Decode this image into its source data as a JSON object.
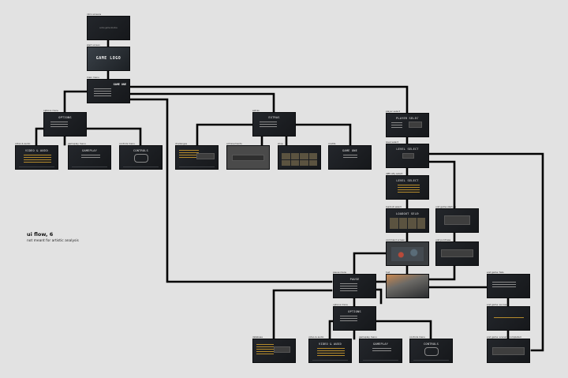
{
  "note": {
    "title": "ui flow, 6",
    "subtitle": "not meant for artistic analysis"
  },
  "screens": {
    "intro_screen": {
      "caption": "intro screens",
      "body": "some game studios"
    },
    "start_screen": {
      "caption": "start screen",
      "body": "GAME LOGO"
    },
    "main_menu": {
      "caption": "main menu",
      "title": "GAME ONE"
    },
    "options_main": {
      "caption": "options menu",
      "header": "OPTIONS"
    },
    "video_audio_main": {
      "caption": "video & audio",
      "header": "VIDEO & AUDIO"
    },
    "gameplay_main": {
      "caption": "gameplay menu",
      "header": "GAMEPLAY"
    },
    "controls_main": {
      "caption": "controls menu",
      "header": "CONTROLS"
    },
    "extras": {
      "caption": "extras",
      "header": "EXTRAS"
    },
    "challenges": {
      "caption": "challenges",
      "header": ""
    },
    "achievements": {
      "caption": "achievements",
      "header": ""
    },
    "shop": {
      "caption": "shop",
      "header": ""
    },
    "credits": {
      "caption": "credits",
      "header": "GAME ONE"
    },
    "player_select": {
      "caption": "player select",
      "header": "PLAYER SELECT"
    },
    "level_select": {
      "caption": "level select",
      "header": "LEVEL SELECT"
    },
    "difficulty": {
      "caption": "difficulty select",
      "header": "LEVEL SELECT"
    },
    "loadout": {
      "caption": "loadout select",
      "header": "LOADOUT SELECT"
    },
    "unit_purchase": {
      "caption": "unit purchase",
      "header": ""
    },
    "unit_game_start": {
      "caption": "unit game start-up",
      "header": ""
    },
    "command": {
      "caption": "command screen",
      "header": ""
    },
    "hud": {
      "caption": "hud",
      "header": ""
    },
    "pause_menu": {
      "caption": "pause menu",
      "header": "PAUSE"
    },
    "options_pause": {
      "caption": "options menu",
      "header": "OPTIONS"
    },
    "database": {
      "caption": "database",
      "header": ""
    },
    "video_audio_pause": {
      "caption": "video & audio",
      "header": "VIDEO & AUDIO"
    },
    "gameplay_pause": {
      "caption": "gameplay menu",
      "header": "GAMEPLAY"
    },
    "controls_pause": {
      "caption": "controls menu",
      "header": "CONTROLS"
    },
    "end_fail": {
      "caption": "end game: fails",
      "header": ""
    },
    "end_success": {
      "caption": "end game: success",
      "header": ""
    },
    "end_completed": {
      "caption": "end game: scenario completed",
      "header": ""
    }
  }
}
